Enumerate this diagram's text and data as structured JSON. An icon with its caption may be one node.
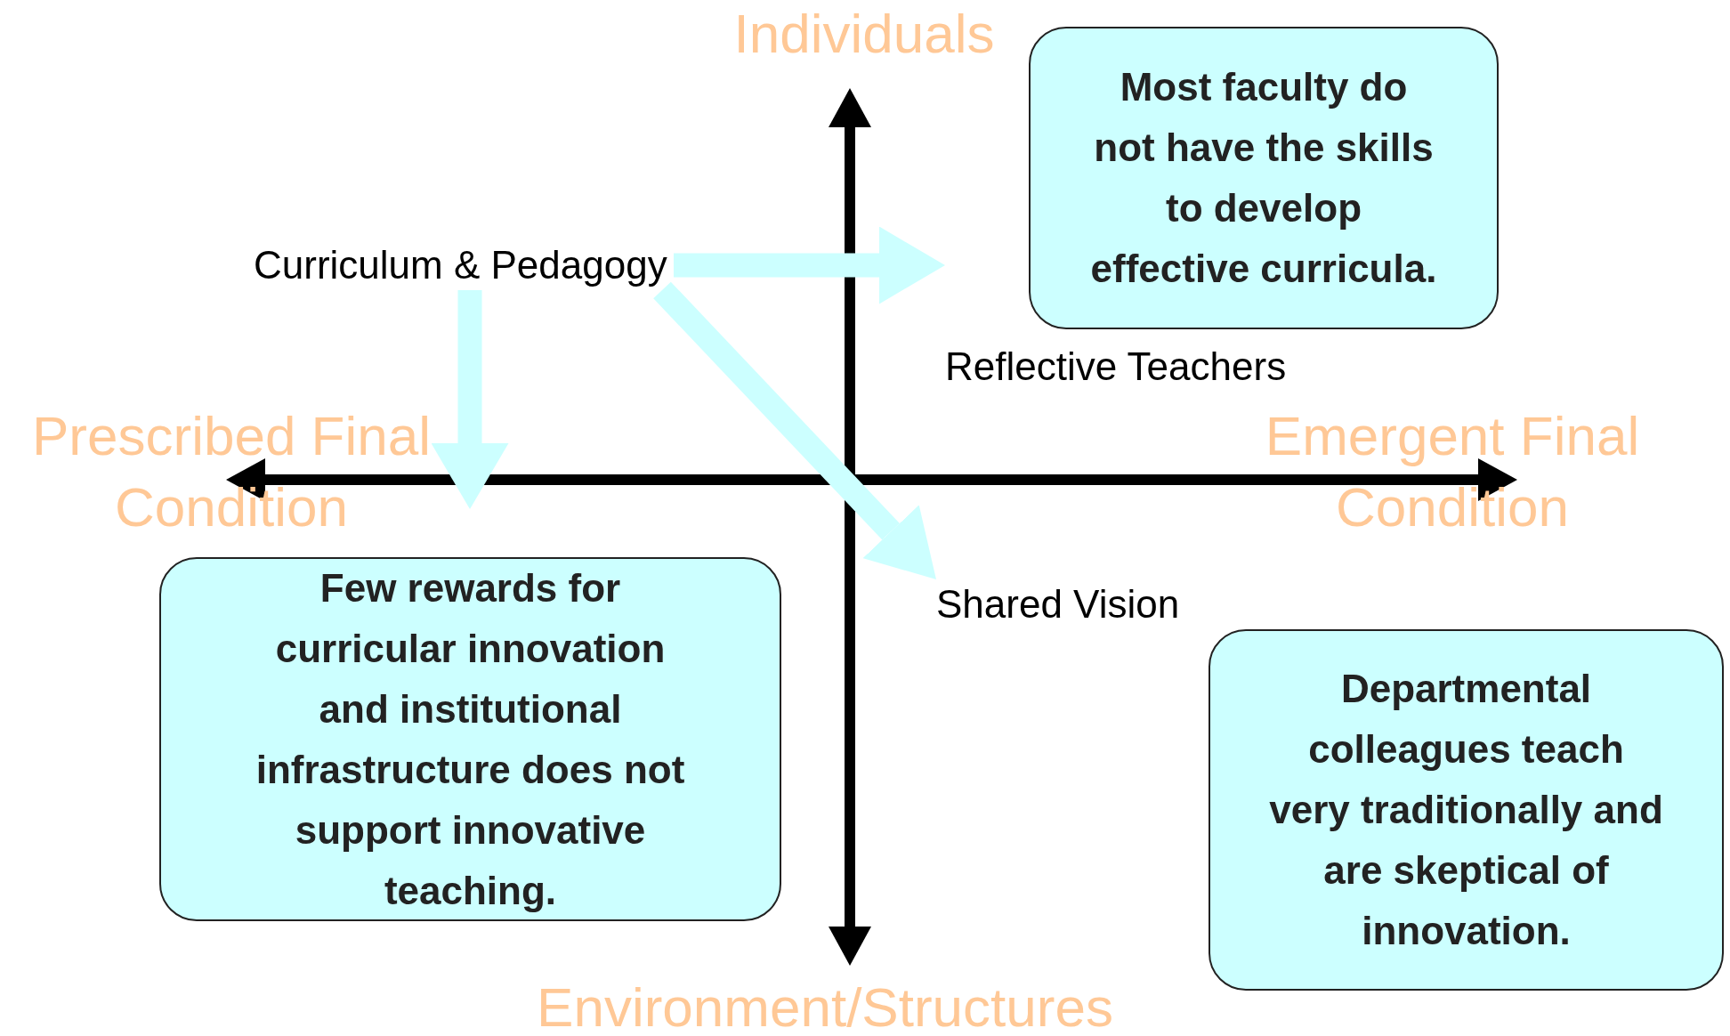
{
  "diagram": {
    "nodes": [
      {
        "text": [
          "Most faculty do not have the skills to develop effective curricula."
        ]
      },
      {
        "text": [
          "Curriculum & Pedagogy"
        ]
      },
      {
        "text": [
          "Reflective Teachers"
        ]
      },
      {
        "text": [
          "Few rewards for curricular innovation and institutional infrastructure does not support innovative teaching."
        ]
      },
      {
        "text": [
          "Shared Vision"
        ]
      },
      {
        "text": [
          "Departmental colleagues teach very traditionally and are skeptical of innovation."
        ]
      }
    ],
    "edges": [
      {
        "from": 1,
        "to": 2,
        "arrow": "to"
      },
      {
        "from": 1,
        "to": null,
        "arrow": "to"
      },
      {
        "from": 1,
        "to": 4,
        "arrow": "to"
      }
    ],
    "labels": [
      "Individuals",
      "Prescribed Final Condition",
      "Emergent Final Condition",
      "Environment/Structures"
    ]
  }
}
